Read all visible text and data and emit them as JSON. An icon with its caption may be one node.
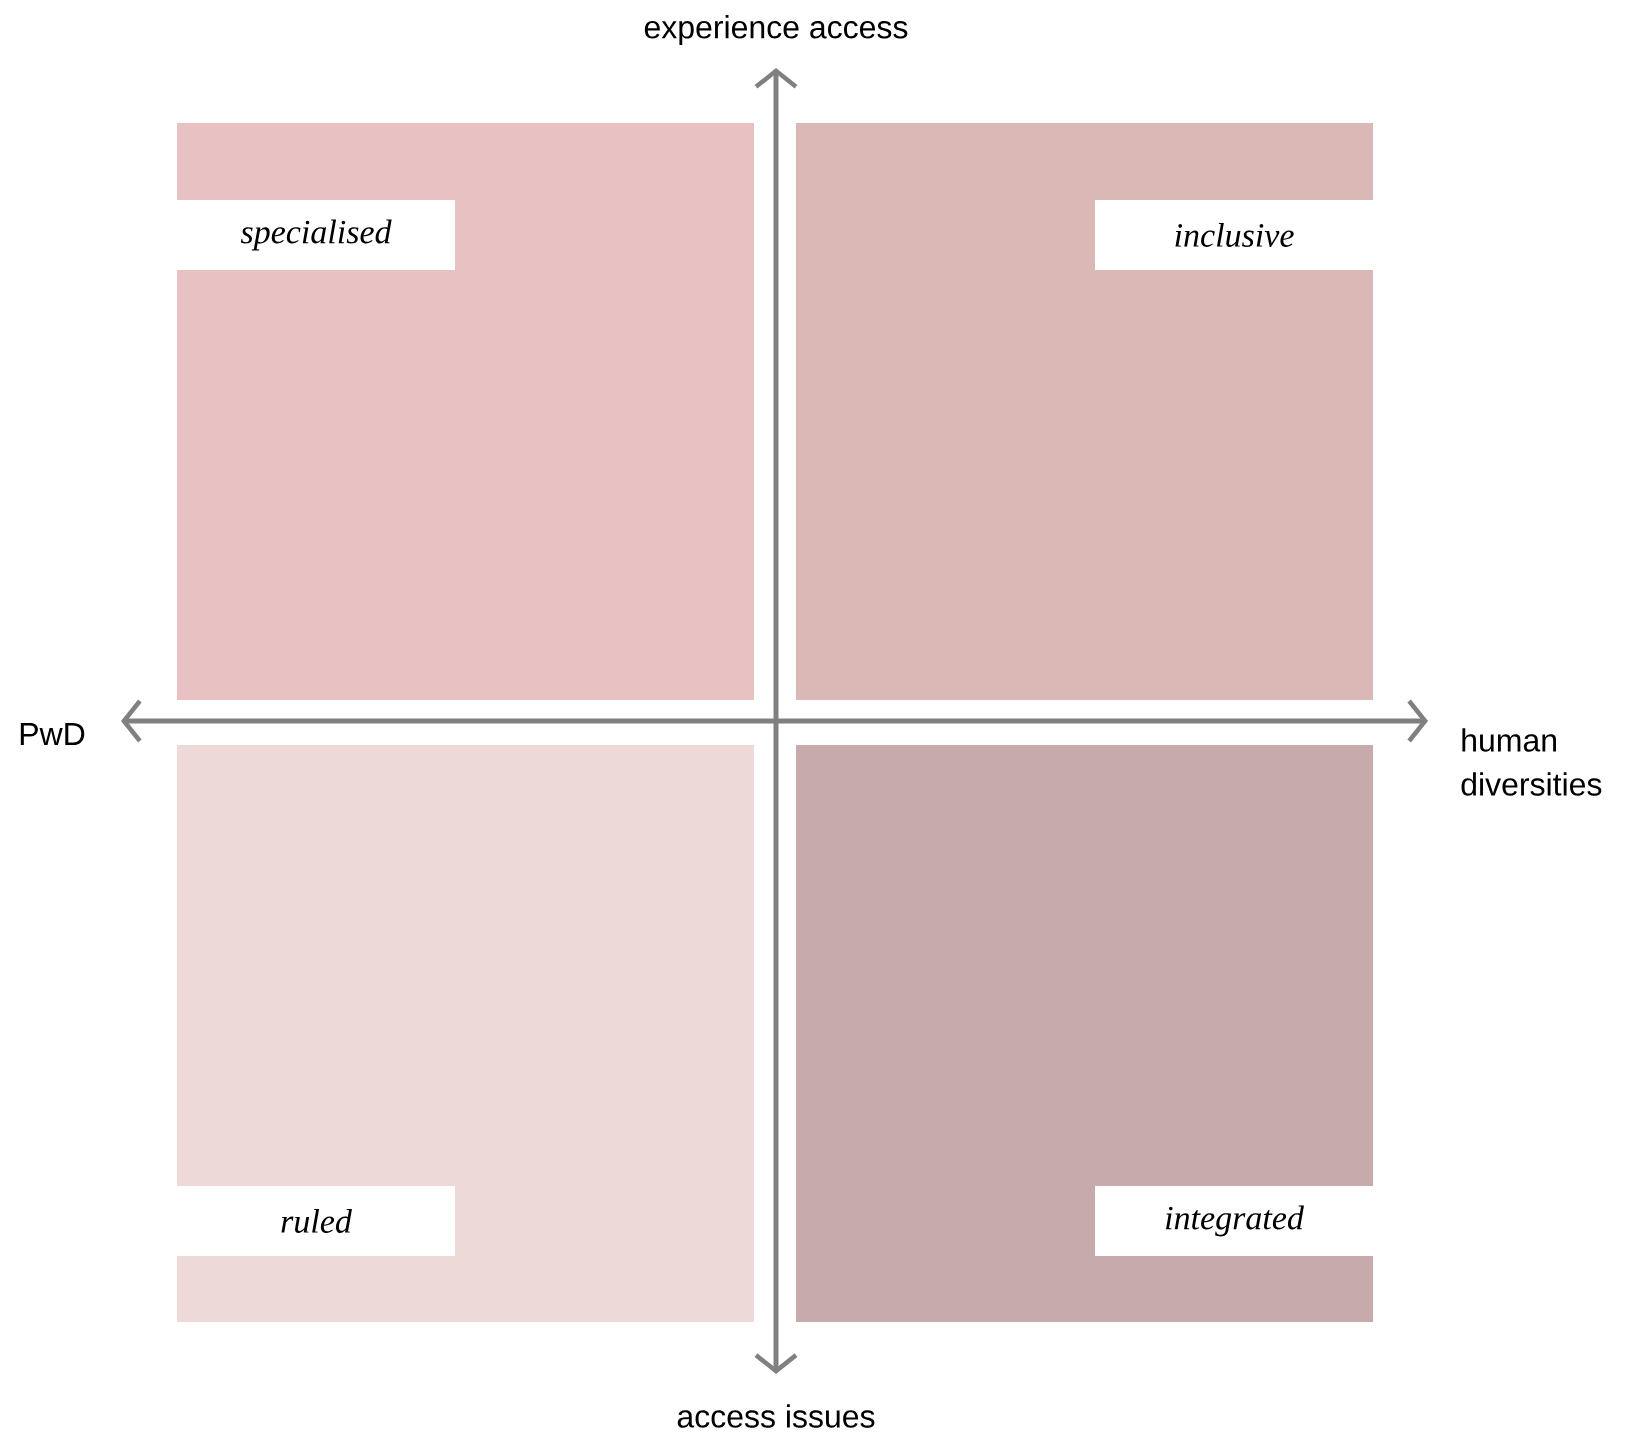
{
  "diagram": {
    "nodes": [
      {
        "text": [
          "specialised"
        ]
      },
      {
        "text": [
          "inclusive"
        ]
      },
      {
        "text": [
          "ruled"
        ]
      },
      {
        "text": [
          "integrated"
        ]
      }
    ],
    "labels": [
      "experience access",
      "PwD",
      "human diversities",
      "access issues"
    ]
  }
}
